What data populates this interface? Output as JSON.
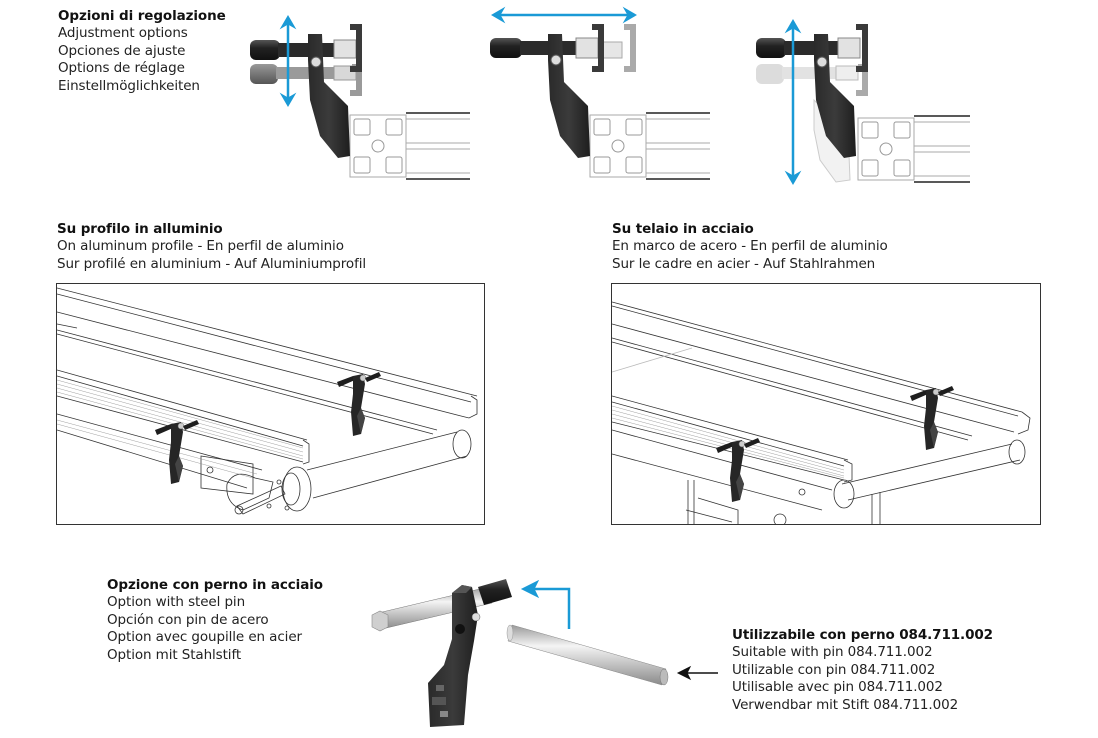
{
  "sections": {
    "adjustment": {
      "heading": "Opzioni di regolazione",
      "lines": [
        "Adjustment options",
        "Opciones de ajuste",
        "Options de réglage",
        "Einstellmöglichkeiten"
      ]
    },
    "aluminum_profile": {
      "heading": "Su profilo in alluminio",
      "lines": [
        "On aluminum profile - En perfil de aluminio",
        "Sur profilé en aluminium - Auf Aluminiumprofil"
      ]
    },
    "steel_frame": {
      "heading": "Su telaio in acciaio",
      "lines": [
        "En marco de acero - En perfil de aluminio",
        "Sur le cadre en acier - Auf Stahlrahmen"
      ]
    },
    "steel_pin_option": {
      "heading": "Opzione con perno in acciaio",
      "lines": [
        "Option with steel pin",
        "Opción con pin de acero",
        "Option avec goupille en acier",
        "Option mit Stahlstift"
      ]
    },
    "usable_with_pin": {
      "heading": "Utilizzabile con perno 084.711.002",
      "lines": [
        "Suitable with pin 084.711.002",
        "Utilizable con pin 084.711.002",
        "Utilisable avec pin 084.711.002",
        "Verwendbar mit Stift 084.711.002"
      ]
    }
  },
  "figures": {
    "adjust_vertical_short": {
      "arrow": "double-arrow-vertical-icon"
    },
    "adjust_horizontal": {
      "arrow": "double-arrow-horizontal-icon"
    },
    "adjust_vertical_long": {
      "arrow": "double-arrow-vertical-icon"
    },
    "conveyor_aluminum": {},
    "conveyor_steel": {},
    "pin_assembly": {
      "arrows": [
        "elbow-arrow-icon",
        "left-arrow-icon"
      ]
    }
  },
  "colors": {
    "accent_arrow": "#1a9ad6",
    "bracket_dark": "#2f2f2f",
    "outline": "#333333"
  }
}
